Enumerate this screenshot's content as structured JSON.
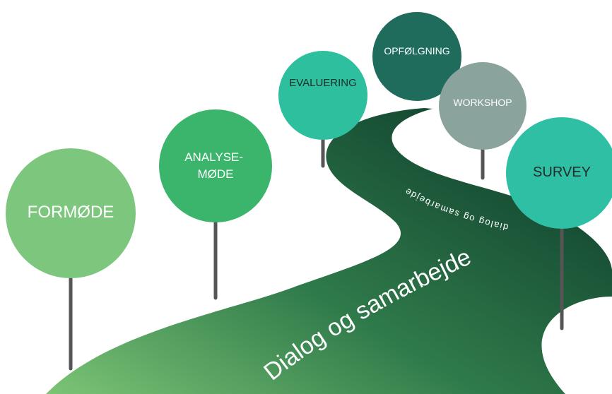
{
  "road": {
    "main_text": "Dialog og samarbejde",
    "upper_text": "dialog og samarbejde",
    "colors": {
      "light": "#7cc576",
      "mid": "#2f7a4a",
      "dark": "#0e3d2c"
    }
  },
  "milestones": [
    {
      "id": "formode",
      "label_lines": [
        "FORMØDE"
      ],
      "color": "#7dc67e",
      "text_color": "#ffffff"
    },
    {
      "id": "analysemode",
      "label_lines": [
        "ANALYSE-",
        "MØDE"
      ],
      "color": "#3bb56c",
      "text_color": "#ffffff"
    },
    {
      "id": "evaluering",
      "label_lines": [
        "EVALUERING"
      ],
      "color": "#2dbf9e",
      "text_color": "#1f2d2a"
    },
    {
      "id": "opfolgning",
      "label_lines": [
        "OPFØLGNING"
      ],
      "color": "#1f6b5c",
      "text_color": "#ffffff"
    },
    {
      "id": "workshop",
      "label_lines": [
        "WORKSHOP"
      ],
      "color": "#8aa39c",
      "text_color": "#ffffff"
    },
    {
      "id": "survey",
      "label_lines": [
        "SURVEY"
      ],
      "color": "#2ebfa5",
      "text_color": "#1f2d2a"
    }
  ]
}
